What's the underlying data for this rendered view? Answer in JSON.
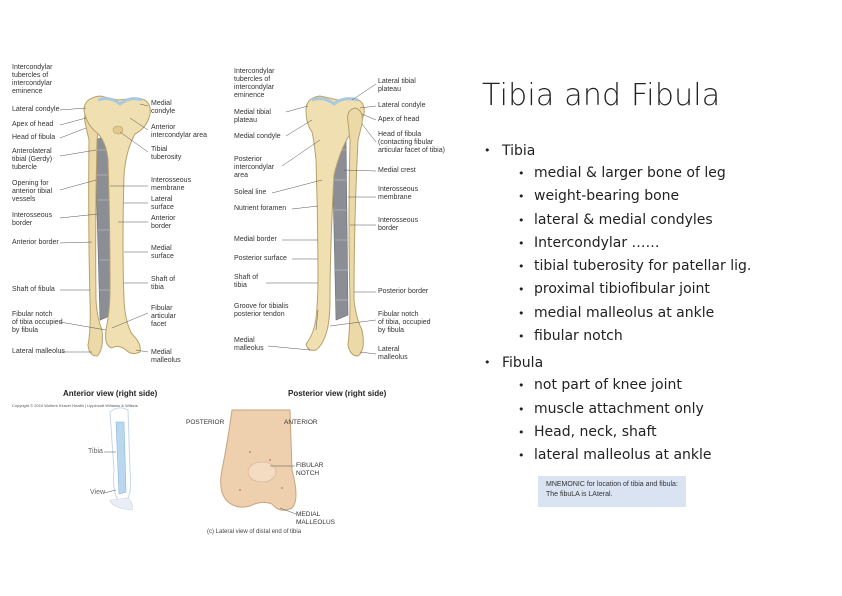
{
  "slide": {
    "title": "Tibia and Fibula",
    "sections": [
      {
        "heading": "Tibia",
        "items": [
          "medial & larger bone of leg",
          "weight-bearing bone",
          "lateral & medial condyles",
          "Intercondylar ……",
          "tibial tuberosity for patellar lig.",
          "proximal tibiofibular joint",
          "medial malleolus at ankle",
          "fibular notch"
        ]
      },
      {
        "heading": "Fibula",
        "items": [
          "not part of knee joint",
          "muscle attachment only",
          "Head, neck, shaft",
          "lateral malleolus at ankle"
        ]
      }
    ],
    "mnemonic": {
      "line1": "MNEMONIC for location of tibia and fibula:",
      "line2": "The fibuLA is LAteral."
    }
  },
  "figure": {
    "anterior": {
      "caption": "Anterior view (right side)",
      "left_labels": [
        "Intercondylar\ntubercles of\nintercondylar\neminence",
        "Lateral condyle",
        "Apex of head",
        "Head of fibula",
        "Anterolateral\ntibial (Gerdy)\ntubercle",
        "Opening for\nanterior tibial\nvessels",
        "Interosseous\nborder",
        "Anterior border",
        "Shaft of fibula",
        "Fibular notch\nof tibia occupied\nby fibula",
        "Lateral malleolus"
      ],
      "right_labels": [
        "Medial\ncondyle",
        "Anterior\nintercondylar area",
        "Tibial\ntuberosity",
        "Interosseous\nmembrane",
        "Lateral\nsurface",
        "Anterior\nborder",
        "Medial\nsurface",
        "Shaft of\ntibia",
        "Fibular\narticular\nfacet",
        "Medial\nmalleolus"
      ]
    },
    "posterior": {
      "caption": "Posterior view (right side)",
      "left_labels": [
        "Intercondylar\ntubercles of\nintercondylar\neminence",
        "Medial tibial\nplateau",
        "Medial condyle",
        "Posterior\nintercondylar\narea",
        "Soleal line",
        "Nutrient foramen",
        "Medial border",
        "Posterior surface",
        "Shaft of\ntibia",
        "Groove for tibialis\nposterior tendon",
        "Medial\nmalleolus"
      ],
      "right_labels": [
        "Lateral tibial\nplateau",
        "Lateral condyle",
        "Apex of head",
        "Head of fibula\n(contacting fibular\narticular facet of tibia)",
        "Medial crest",
        "Interosseous\nmembrane",
        "Interosseous\nborder",
        "Posterior border",
        "Fibular notch\nof tibia, occupied\nby fibula",
        "Lateral\nmalleolus"
      ]
    },
    "copyright": "Copyright © 2010 Wolters Kluwer Health | Lippincott Williams & Wilkins",
    "leg_inset": {
      "tibia": "Tibia",
      "view": "View"
    },
    "distal": {
      "posterior": "POSTERIOR",
      "anterior": "ANTERIOR",
      "fibular_notch": "FIBULAR\nNOTCH",
      "medial_malleolus": "MEDIAL\nMALLEOLUS",
      "caption": "(c) Lateral view of distal end of tibia"
    }
  },
  "colors": {
    "bone": "#ecd9a8",
    "bone_edge": "#b8a06a",
    "membrane": "#8c8e96",
    "cartilage": "#a9c9e0",
    "distal_bone": "#eecfae",
    "mnemonic_bg": "#d9e3f1"
  }
}
